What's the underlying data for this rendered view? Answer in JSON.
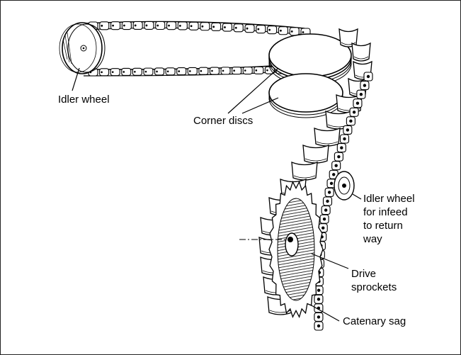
{
  "diagram": {
    "labels": {
      "idler_wheel": "Idler wheel",
      "corner_discs": "Corner discs",
      "idler_wheel_infeed": [
        "Idler wheel",
        "for infeed",
        "to return",
        "way"
      ],
      "drive_sprockets": [
        "Drive",
        "sprockets"
      ],
      "catenary_sag": "Catenary sag"
    }
  }
}
